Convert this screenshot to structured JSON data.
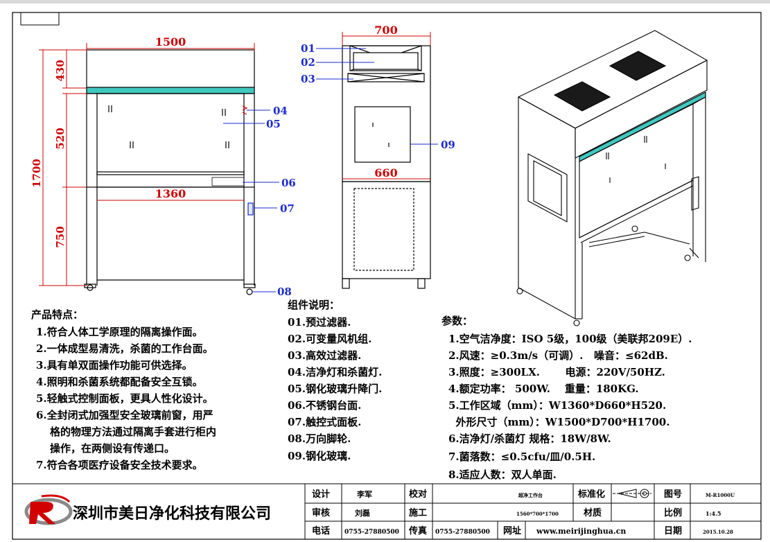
{
  "dimensions": {
    "front_width": "1500",
    "front_canopy_h": "430",
    "front_window_h": "520",
    "front_total_h": "1700",
    "front_leg_h": "750",
    "front_inner_w": "1360",
    "side_width": "700",
    "side_inner_w": "660"
  },
  "callouts": [
    "01",
    "02",
    "03",
    "04",
    "05",
    "06",
    "07",
    "08",
    "09"
  ],
  "features": {
    "title": "产品特点：",
    "items": [
      "1.符合人体工学原理的隔离操作面。",
      "2.一体成型易清洗，杀菌的工作台面。",
      "3.具有单双面操作功能可供选择。",
      "4.照明和杀菌系统都配备安全互锁。",
      "5.轻触式控制面板，更具人性化设计。",
      "6.全封闭式加强型安全玻璃前窗，用严",
      "格的物理方法通过隔离手套进行柜内",
      "操作，在两侧设有传递口。",
      "7.符合各项医疗设备安全技术要求。"
    ]
  },
  "components": {
    "title": "组件说明：",
    "items": [
      "01.预过滤器.",
      "02.可变量风机组.",
      "03.高效过滤器.",
      "04.洁净灯和杀菌灯.",
      "05.钢化玻璃升降门.",
      "06.不锈钢台面.",
      "07.触控式面板.",
      "08.万向脚轮.",
      "09.钢化玻璃."
    ]
  },
  "parameters": {
    "title": "参数：",
    "items": [
      "1.空气洁净度：ISO 5级，100级（美联邦209E）.",
      "2.风速：≥0.3m/s（可调）.   噪音：≤62dB.",
      "3.照度：≥300LX.       电源：220V/50HZ.",
      "4.额定功率： 500W.    重量：180KG.",
      "5.工作区域（mm）：W1360*D660*H520.",
      "  外形尺寸（mm）：W1500*D700*H1700.",
      "6.洁净灯/杀菌灯 规格：18W/8W.",
      "7.菌落数：≤0.5cfu/皿/0.5H.",
      "8.适应人数：双人单面."
    ]
  },
  "title_block": {
    "company": "深圳市美日净化科技有限公司",
    "design_label": "设计",
    "design_value": "李军",
    "check_label": "校对",
    "product_name": "超净工作台",
    "standard_label": "标准化",
    "drawing_no_label": "图号",
    "drawing_no": "M-R1000U",
    "review_label": "审核",
    "review_value": "刘磊",
    "construct_label": "施工",
    "size_spec": "1560*700*1700",
    "material_label": "材质",
    "scale_label": "比例",
    "scale_value": "1:4.5",
    "phone_label": "电话",
    "phone_value": "0755-27880500",
    "fax_label": "传真",
    "fax_value": "0755-27880500",
    "web_label": "网址",
    "web_value": "www.meirijinghua.cn",
    "date_label": "日期",
    "date_value": "2015.10.28"
  }
}
